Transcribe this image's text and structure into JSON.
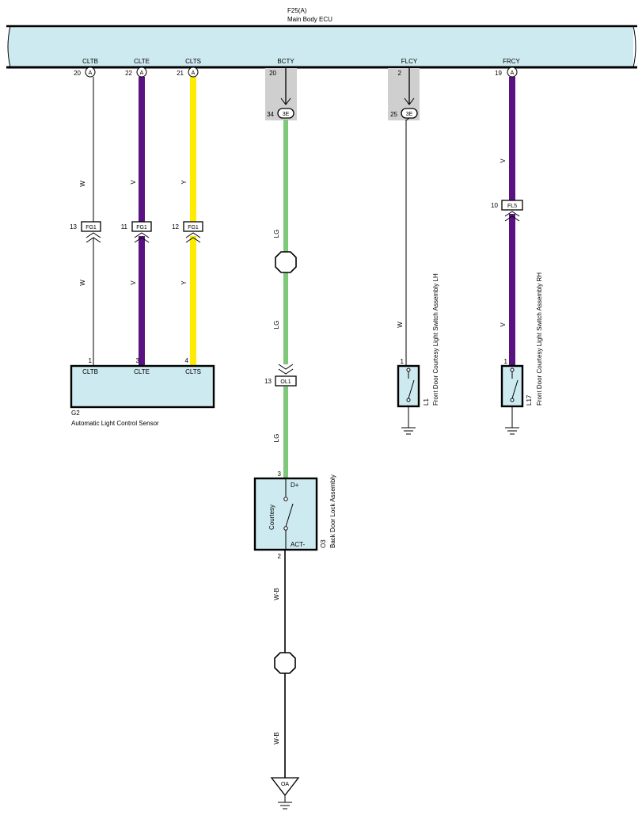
{
  "colors": {
    "W": "#000000",
    "V": "#5a1282",
    "Y": "#ffeb00",
    "LG": "#7ec879",
    "WB": "#000000",
    "component_fill": "#cdeaf0",
    "connector_shade": "#cfcfcf"
  },
  "ecu": {
    "id": "F25(A)",
    "name": "Main Body ECU"
  },
  "ecu_pins": [
    {
      "name": "CLTB",
      "num": "20",
      "conn": "A"
    },
    {
      "name": "CLTE",
      "num": "22",
      "conn": "A"
    },
    {
      "name": "CLTS",
      "num": "21",
      "conn": "A"
    },
    {
      "name": "BCTY",
      "num": "20",
      "conn": ""
    },
    {
      "name": "FLCY",
      "num": "2",
      "conn": ""
    },
    {
      "name": "FRCY",
      "num": "19",
      "conn": "A"
    }
  ],
  "connector_3e": [
    {
      "num": "34",
      "label": "3E"
    },
    {
      "num": "25",
      "label": "3E"
    }
  ],
  "wire_colors": {
    "cltb_upper": "W",
    "cltb_lower": "W",
    "clte_upper": "V",
    "clte_lower": "V",
    "clts_upper": "Y",
    "clts_lower": "Y",
    "bcty_1": "LG",
    "bcty_2": "LG",
    "bcty_3": "LG",
    "flcy": "W",
    "frcy_upper": "V",
    "frcy_lower": "V",
    "ground_1": "W-B",
    "ground_2": "W-B"
  },
  "fg1": [
    {
      "num": "13",
      "label": "FG1"
    },
    {
      "num": "11",
      "label": "FG1"
    },
    {
      "num": "12",
      "label": "FG1"
    }
  ],
  "fl5": {
    "num": "10",
    "label": "FL5"
  },
  "ol1": {
    "num": "13",
    "label": "OL1"
  },
  "g2": {
    "id": "G2",
    "name": "Automatic Light Control Sensor",
    "pins": [
      {
        "num": "1",
        "name": "CLTB"
      },
      {
        "num": "3",
        "name": "CLTE"
      },
      {
        "num": "4",
        "name": "CLTS"
      }
    ]
  },
  "l1": {
    "id": "L1",
    "name": "Front Door Courtesy Light Switch Assembly LH",
    "pin": "1"
  },
  "l17": {
    "id": "L17",
    "name": "Front Door Courtesy Light Switch Assembly RH",
    "pin": "1"
  },
  "o3": {
    "id": "O3",
    "name": "Back Door Lock Assembly",
    "pin_top": "3",
    "pin_bottom": "2",
    "terminal_top": "D+",
    "terminal_bottom": "ACT-",
    "inner_label": "Courtesy"
  },
  "ground_point": "OA"
}
